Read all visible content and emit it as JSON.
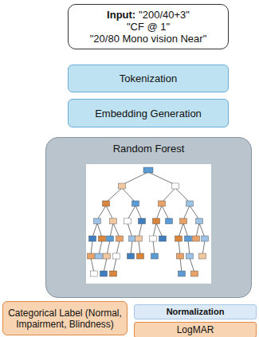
{
  "diagram": {
    "nodes": [
      {
        "text": [
          "Input:",
          "\"200/40+3\"",
          "\"CF @ 1\"",
          "\"20/80 Mono vision Near\""
        ]
      },
      {
        "text": [
          "Tokenization"
        ]
      },
      {
        "text": [
          "Embedding Generation"
        ]
      },
      {
        "text": [
          "Random Forest"
        ]
      },
      {
        "text": [
          "Categorical Label (Normal, Impairment, Blindness)"
        ]
      },
      {
        "text": [
          "Normalization"
        ]
      },
      {
        "text": [
          "LogMAR"
        ]
      }
    ]
  }
}
